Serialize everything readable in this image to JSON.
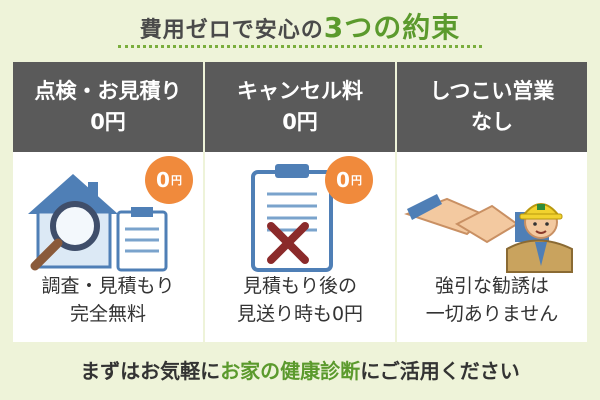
{
  "header": {
    "title_prefix": "費用ゼロで安心の",
    "title_accent": "3つの約束"
  },
  "cards": [
    {
      "head_line1": "点検・お見積り",
      "head_line2": "0円",
      "badge_value": "0",
      "badge_unit": "円",
      "icon": "house-magnifier-icon",
      "text_line1": "調査・見積もり",
      "text_line2": "完全無料"
    },
    {
      "head_line1": "キャンセル料",
      "head_line2": "0円",
      "badge_value": "0",
      "badge_unit": "円",
      "icon": "clipboard-cancel-icon",
      "text_line1": "見積もり後の",
      "text_line2": "見送り時も0円"
    },
    {
      "head_line1": "しつこい営業",
      "head_line2": "なし",
      "icon": "handshake-worker-icon",
      "text_line1": "強引な勧誘は",
      "text_line2": "一切ありません"
    }
  ],
  "footer": {
    "prefix": "まずはお気軽に",
    "highlight": "お家の健康診断",
    "suffix": "にご活用ください"
  },
  "colors": {
    "background": "#eef3d9",
    "accent_green": "#5b9a2d",
    "card_header": "#5a5a5a",
    "badge_orange": "#f08a3c",
    "text": "#333333"
  }
}
